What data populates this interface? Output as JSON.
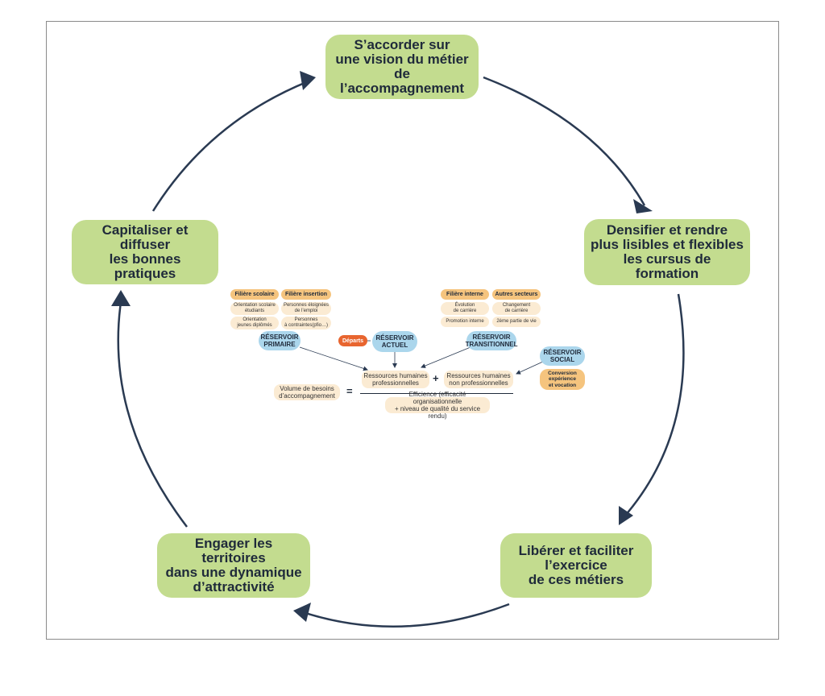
{
  "cycle": {
    "step1": "S’accorder sur\nune vision du métier\nde l’accompagnement",
    "step2": "Densifier et rendre\nplus lisibles et flexibles\nles cursus de formation",
    "step3": "Libérer et faciliter\nl’exercice\nde ces métiers",
    "step4": "Engager les territoires\ndans une dynamique\nd’attractivité",
    "step5": "Capitaliser et diffuser\nles bonnes pratiques"
  },
  "center": {
    "filieres": {
      "scolaire": {
        "title": "Filière scolaire",
        "items": [
          "Orientation scolaire\nétudiants",
          "Orientation\njeunes diplômés"
        ]
      },
      "insertion": {
        "title": "Filière insertion",
        "items": [
          "Personnes éloignées\nde l’emploi",
          "Personnes\nà contraintes(pfio…)"
        ]
      },
      "interne": {
        "title": "Filière interne",
        "items": [
          "Évolution\nde carrière",
          "Promotion interne"
        ]
      },
      "autres": {
        "title": "Autres secteurs",
        "items": [
          "Changement\nde carrière",
          "2ème partie de vie"
        ]
      }
    },
    "reservoirs": {
      "primaire": "RÉSERVOIR\nPRIMAIRE",
      "actuel": "RÉSERVOIR\nACTUEL",
      "transitionnel": "RÉSERVOIR\nTRANSITIONNEL",
      "social": "RÉSERVOIR\nSOCIAL"
    },
    "departs": "Départs",
    "conversion": "Conversion\nexpérience\net vocation",
    "formula": {
      "lhs": "Volume de besoins\nd’accompagnement",
      "equals": "=",
      "plus": "+",
      "rh_pro": "Ressources humaines\nprofessionnelles",
      "rh_non_pro": "Ressources humaines\nnon professionnelles",
      "denominator": "Efficience (efficacité organisationnelle\n+ niveau de qualité du service rendu)"
    }
  },
  "colors": {
    "step_fill": "#c3dc8f",
    "arrow": "#2a3a52",
    "reservoir": "#abd6ec",
    "header": "#f5c47e",
    "item": "#fbebd3",
    "departs": "#e8652f"
  },
  "icons": {
    "cycle_arrow": "arrowhead-icon"
  }
}
